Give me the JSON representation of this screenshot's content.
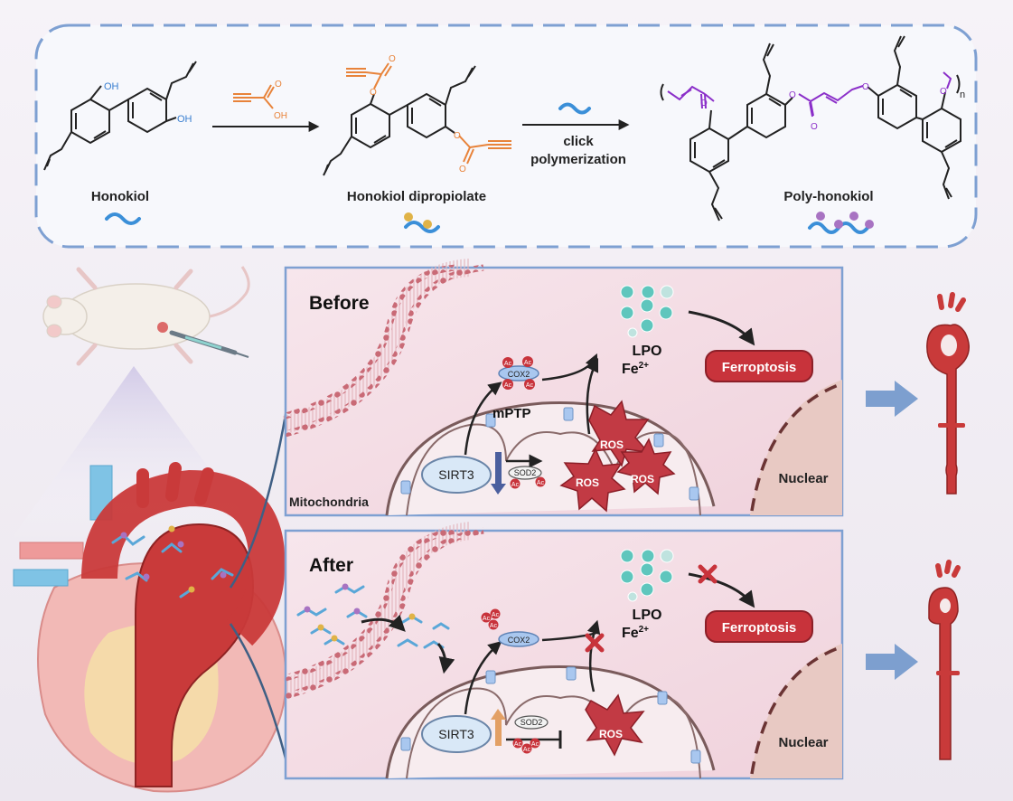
{
  "synthesis": {
    "monomer_label": "Honokiol",
    "intermediate_label": "Honokiol dipropiolate",
    "polymer_label": "Poly-honokiol",
    "step2_label_line1": "click",
    "step2_label_line2": "polymerization",
    "atom_OH": "OH",
    "atom_O": "O",
    "repeat_n": "n"
  },
  "before_panel": {
    "title": "Before",
    "mptp": "mPTP",
    "sirt3": "SIRT3",
    "cox2": "COX2",
    "sod2": "SOD2",
    "acetyl": "Ac",
    "ros": "ROS",
    "lpo": "LPO",
    "fe": "Fe",
    "fe_charge": "2+",
    "ferroptosis": "Ferroptosis",
    "nuclear": "Nuclear",
    "mitochondria": "Mitochondria"
  },
  "after_panel": {
    "title": "After",
    "sirt3": "SIRT3",
    "cox2": "COX2",
    "sod2": "SOD2",
    "acetyl": "Ac",
    "ros": "ROS",
    "lpo": "LPO",
    "fe": "Fe",
    "fe_charge": "2+",
    "ferroptosis": "Ferroptosis",
    "nuclear": "Nuclear"
  },
  "colors": {
    "propiolate_orange": "#e8833a",
    "polymer_purple": "#8b2fc9",
    "hydroxyl_blue": "#3a7fd0",
    "panel_border": "#7ea0d2",
    "aorta_red": "#c93a3a",
    "ferroptosis_red": "#c8333b",
    "ros_red": "#c23a44",
    "lpo_teal": "#5fc6bd"
  }
}
